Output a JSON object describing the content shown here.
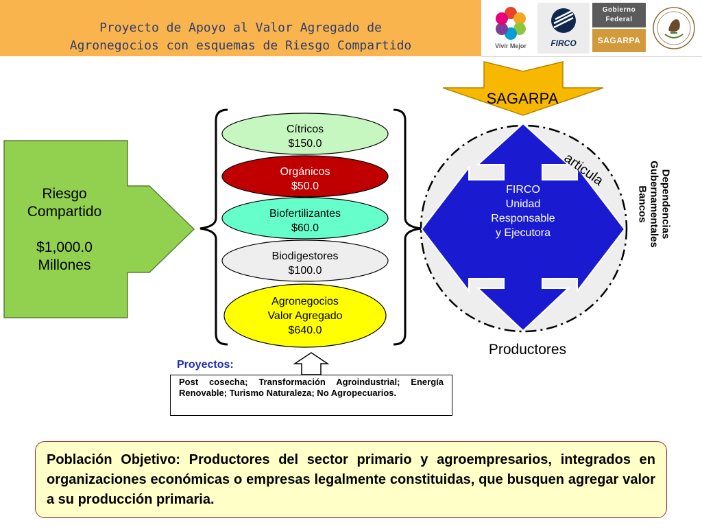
{
  "header": {
    "title_line1": "Proyecto de Apoyo al Valor Agregado de",
    "title_line2": "Agronegocios con esquemas de Riesgo Compartido"
  },
  "logos": {
    "vivir_mejor": "Vivir Mejor",
    "firco": "FIRCO",
    "gobierno_line1": "Gobierno",
    "gobierno_line2": "Federal",
    "sagarpa": "SAGARPA",
    "seal_icon": "mexican-coat-of-arms-icon"
  },
  "diagram": {
    "riesgo_line1": "Riesgo",
    "riesgo_line2": "Compartido",
    "riesgo_amount_line1": "$1,000.0",
    "riesgo_amount_line2": "Millones",
    "components": [
      {
        "name": "Cítricos",
        "amount": "$150.0",
        "fill": "#c7f7c0",
        "text_color": "#000000"
      },
      {
        "name": "Orgánicos",
        "amount": "$50.0",
        "fill": "#c00000",
        "text_color": "#ffffff"
      },
      {
        "name": "Biofertilizantes",
        "amount": "$60.0",
        "fill": "#66ffcc",
        "text_color": "#000000"
      },
      {
        "name": "Biodigestores",
        "amount": "$100.0",
        "fill": "#eeeeee",
        "text_color": "#000000"
      },
      {
        "name": "Agronegocios",
        "name2": "Valor Agregado",
        "amount": "$640.0",
        "fill": "#ffff00",
        "text_color": "#000000"
      }
    ],
    "sagarpa": "SAGARPA",
    "firco_line1": "FIRCO",
    "firco_line2": "Unidad",
    "firco_line3": "Responsable",
    "firco_line4": "y Ejecutora",
    "articula": "articula",
    "right_line1": "Dependencias",
    "right_line2": "Gubernamentales",
    "right_line3": "Bancos",
    "productores": "Productores",
    "colors": {
      "green_box": "#92d050",
      "blue_arrow": "#1a1ad0",
      "yellow_arrow": "#f9b800",
      "circle_fill": "#eeeeee"
    }
  },
  "proyectos": {
    "label": "Proyectos:",
    "text": "Post cosecha; Transformación Agroindustrial; Energía Renovable; Turismo Naturaleza; No Agropecuarios."
  },
  "poblacion": {
    "text": "Población Objetivo: Productores del sector primario y agroempresarios, integrados en organizaciones económicas o empresas legalmente constituidas, que busquen agregar valor a su producción primaria."
  }
}
